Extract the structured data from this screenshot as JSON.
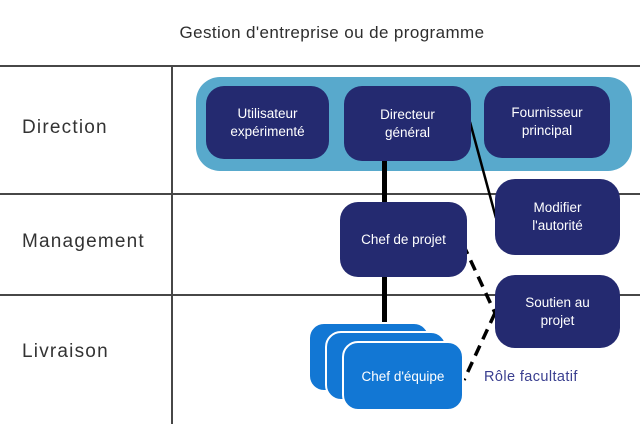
{
  "title": "Gestion d'entreprise ou de programme",
  "lanes": [
    {
      "label": "Direction"
    },
    {
      "label": "Management"
    },
    {
      "label": "Livraison"
    }
  ],
  "boxes": {
    "experienced_user": {
      "label": "Utilisateur\nexpérimenté"
    },
    "executive": {
      "label": "Directeur\ngénéral"
    },
    "senior_supplier": {
      "label": "Fournisseur\nprincipal"
    },
    "project_manager": {
      "label": "Chef de projet"
    },
    "change_authority": {
      "label": "Modifier\nl'autorité"
    },
    "project_support": {
      "label": "Soutien au\nprojet"
    },
    "team_manager": {
      "label": "Chef d'équipe"
    }
  },
  "annotations": {
    "optional_role": "Rôle facultatif"
  },
  "colors": {
    "navy": "#242a70",
    "board_bg": "#58a9cc",
    "team_blue": "#1277d4",
    "optional_label": "#3a3f90",
    "line": "#000000",
    "grid": "#474747"
  }
}
